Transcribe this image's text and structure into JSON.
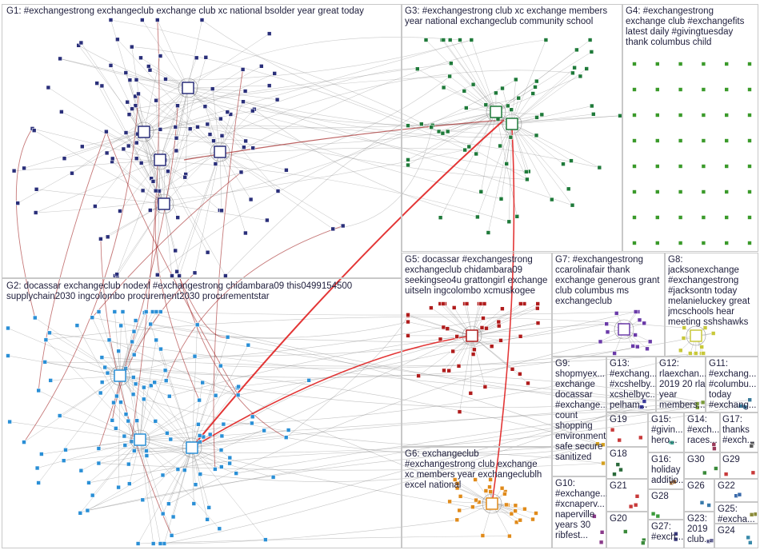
{
  "groups": [
    {
      "id": "G1",
      "label": "G1: #exchangestrong exchangeclub exchange club xc national bsolder year great today",
      "node_color": "#2a2f7a"
    },
    {
      "id": "G2",
      "label": "G2: docassar exchangeclub nodexl #exchangestrong chidambara09 this0499154500\nsupplychain2030 ingcolombo procurement2030 procurementstar",
      "node_color": "#2a8fd6"
    },
    {
      "id": "G3",
      "label": "G3: #exchangestrong club xc exchange members\nyear national exchangeclub community school",
      "node_color": "#1f7a3a"
    },
    {
      "id": "G4",
      "label": "G4: #exchangestrong\nexchange club #exchangefits\nlatest daily #givingtuesday\nthank columbus child",
      "node_color": "#3a9a2a"
    },
    {
      "id": "G5",
      "label": "G5: docassar #exchangestrong\nexchangeclub chidambara09\nseekingseo4u grattongirl exchange\nuitseln ingcolombo xcmuskogee",
      "node_color": "#b01c1c"
    },
    {
      "id": "G6",
      "label": "G6: exchangeclub\n#exchangestrong club exchange\nxc members year exchangeclublh\nexcel national",
      "node_color": "#e08a1a"
    },
    {
      "id": "G7",
      "label": "G7: #exchangestrong\nccarolinafair thank\nexchange generous grant\nclub columbus ms\nexchangeclub",
      "node_color": "#6a3aa8"
    },
    {
      "id": "G8",
      "label": "G8:\njacksonexchange\n#exchangestrong\n#jacksontn today\nmelanieluckey great\njmcschools hear\nmeeting sshshawks",
      "node_color": "#c8c83a"
    },
    {
      "id": "G9",
      "label": "G9:\nshopmyex...\nexchange\ndocassar\n#exchange...\ncount\nshopping\nenvironment\nsafe secure\nsanitized",
      "node_color": "#d4a020"
    },
    {
      "id": "G10",
      "label": "G10:\n#exchange...\n#xcnaperv...\nnaperville\nyears 30\nribfest...",
      "node_color": "#8a3a8a"
    },
    {
      "id": "G11",
      "label": "G11:\n#exchang...\n#columbu...\ntoday\n#exchang...",
      "node_color": "#3a7a9a"
    },
    {
      "id": "G12",
      "label": "G12:\nrlaexchan...\n2019 20 rla\nyear\nmembers...",
      "node_color": "#7a9a3a"
    },
    {
      "id": "G13",
      "label": "G13:\n#exchang...\n#xcshelby...\nxcshelbyc...\npelham...",
      "node_color": "#3a3a9a"
    },
    {
      "id": "G14",
      "label": "G14:\n#exch...\nraces...",
      "node_color": "#9a3a5a"
    },
    {
      "id": "G15",
      "label": "G15:\n#givin...\nhero...",
      "node_color": "#3a9a8a"
    },
    {
      "id": "G16",
      "label": "G16:\nholiday\nadditio...",
      "node_color": "#9a6a3a"
    },
    {
      "id": "G17",
      "label": "G17:\nthanks\n#exch...",
      "node_color": "#5a5a5a"
    },
    {
      "id": "G18",
      "label": "G18",
      "node_color": "#2a6a3a"
    },
    {
      "id": "G19",
      "label": "G19",
      "node_color": "#c83a3a"
    },
    {
      "id": "G20",
      "label": "G20",
      "node_color": "#3a8a3a"
    },
    {
      "id": "G21",
      "label": "G21",
      "node_color": "#c83a3a"
    },
    {
      "id": "G22",
      "label": "G22",
      "node_color": "#3a6aaa"
    },
    {
      "id": "G23",
      "label": "G23:\n2019\nclub...",
      "node_color": "#6a6a9a"
    },
    {
      "id": "G24",
      "label": "G24",
      "node_color": "#3a8aaa"
    },
    {
      "id": "G25",
      "label": "G25:\n#excha...",
      "node_color": "#8a8a3a"
    },
    {
      "id": "G26",
      "label": "G26",
      "node_color": "#3a7aaa"
    },
    {
      "id": "G27",
      "label": "G27:\n#exch...",
      "node_color": "#3a3a7a"
    },
    {
      "id": "G28",
      "label": "G28",
      "node_color": "#3a9a3a"
    },
    {
      "id": "G29",
      "label": "G29",
      "node_color": "#c83a3a"
    },
    {
      "id": "G30",
      "label": "G30",
      "node_color": "#3a8a3a"
    }
  ],
  "colors": {
    "edge": "#8a8a8a",
    "edge_strong": "#a02020",
    "edge_highlight": "#e02020",
    "box_border": "#c8c8c8"
  }
}
